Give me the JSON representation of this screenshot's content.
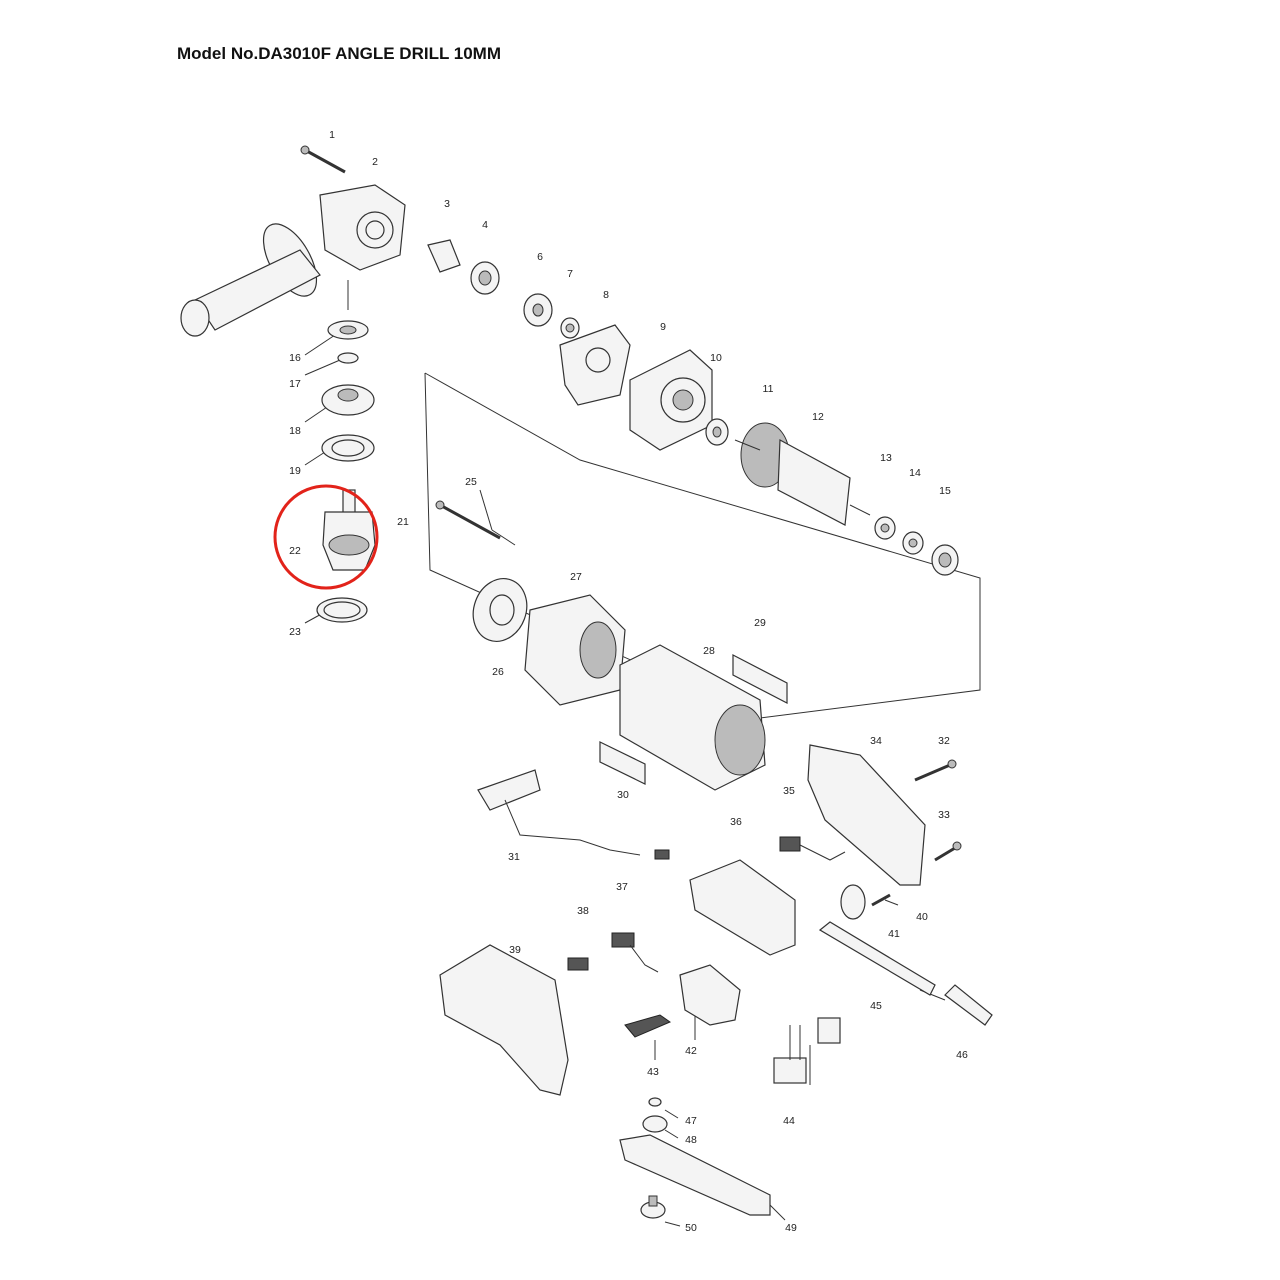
{
  "title": "Model No.DA3010F ANGLE DRILL 10MM",
  "highlight_color": "#e2231a",
  "parts": [
    "1",
    "2",
    "3",
    "4",
    "6",
    "7",
    "8",
    "9",
    "10",
    "11",
    "12",
    "13",
    "14",
    "15",
    "16",
    "17",
    "18",
    "19",
    "21",
    "22",
    "23",
    "25",
    "26",
    "27",
    "28",
    "29",
    "30",
    "31",
    "32",
    "33",
    "34",
    "35",
    "36",
    "37",
    "38",
    "39",
    "40",
    "41",
    "42",
    "43",
    "44",
    "45",
    "46",
    "47",
    "48",
    "49",
    "50"
  ]
}
